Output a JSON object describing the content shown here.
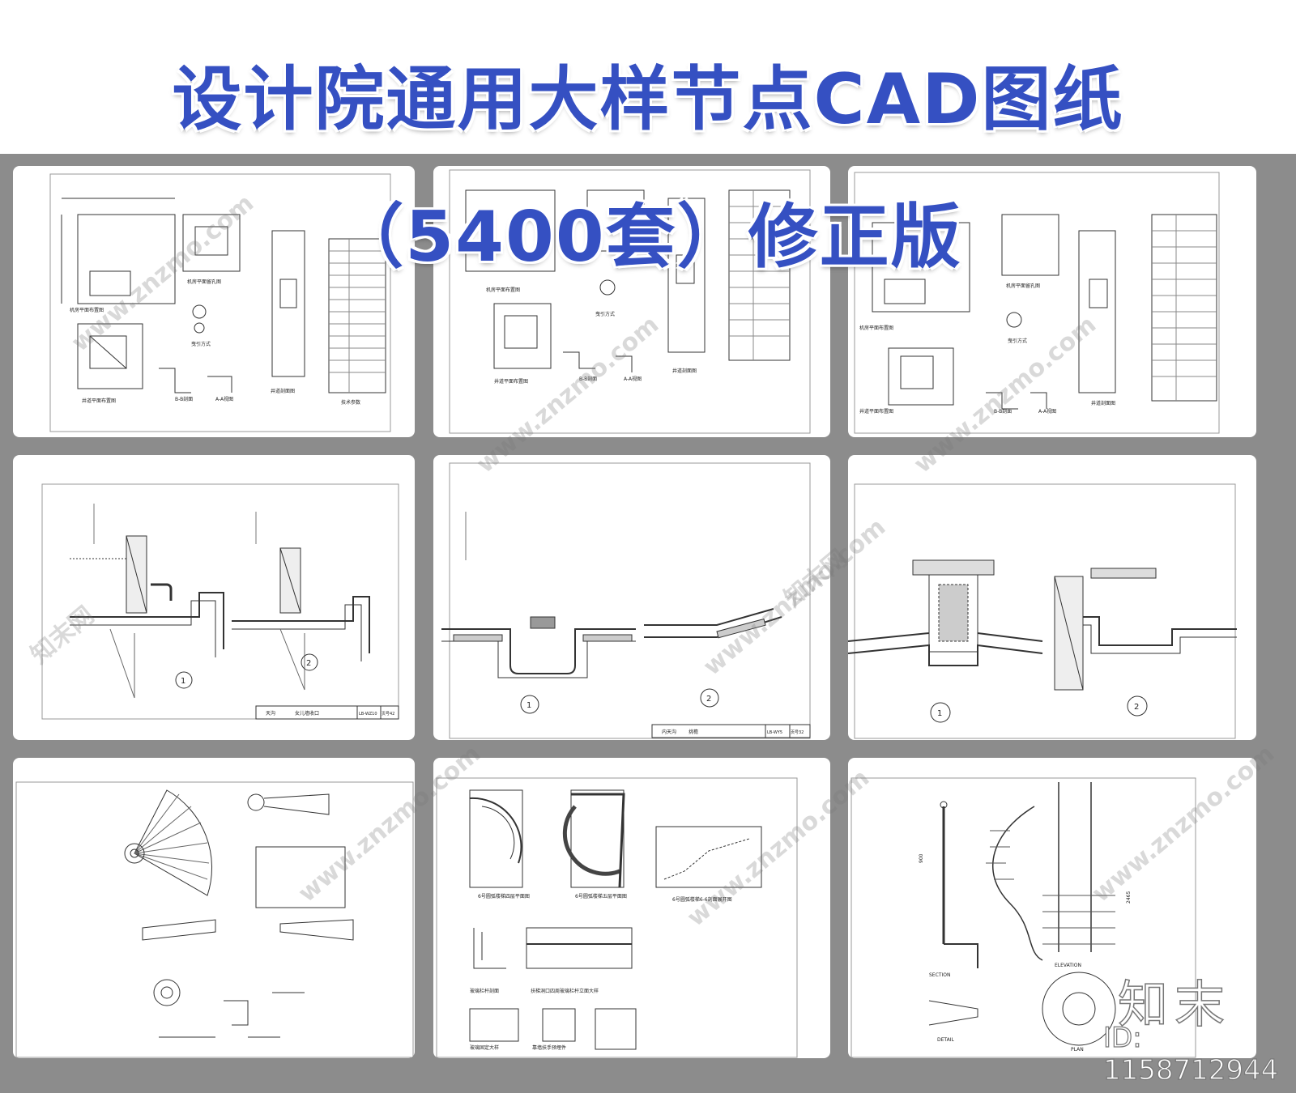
{
  "title_line1": "设计院通用大样节点CAD图纸",
  "title_line2": "（5400套）修正版",
  "watermark_url": "www.znzmo.com",
  "watermark_cn": "知末网",
  "logo": "知末",
  "id_label": "ID: 1158712944",
  "colors": {
    "title": "#3550c2",
    "background": "#8c8c8c"
  },
  "elevator": {
    "machine_room": "机房平面布置图",
    "hoist_plan": "井道平面布置图",
    "bb": "B-B剖面",
    "aa": "A-A视图",
    "traction": "曳引方式",
    "section": "井道剖面图",
    "hole": "机房平面留孔图",
    "table_head": "技术参数"
  },
  "roof1": {
    "n1": "1",
    "n2": "2",
    "name": "天沟",
    "sub": "女儿墙收口",
    "code": "LB-WZ10",
    "page": "页号42"
  },
  "roof2": {
    "n1": "1",
    "n2": "2",
    "name": "内天沟",
    "sub": "挑檐",
    "code": "LB-WY5",
    "page": "页号32"
  },
  "roof3": {
    "n1": "1",
    "n2": "2"
  },
  "stair2": {
    "p4": "6号圆弧楼梯四层平面图",
    "p5": "6号圆弧楼梯五层平面图",
    "s66": "6号圆弧楼梯6-6剖面展开图",
    "d1": "玻璃栏杆剖面",
    "d2": "扶梯洞口四周玻璃栏杆立面大样",
    "d3": "玻璃固定大样",
    "d4": "靠墙扶手预埋件"
  },
  "stair3": {
    "section": "SECTION",
    "elevation": "ELEVATION",
    "plan": "PLAN",
    "detail": "DETAIL",
    "h1": "900",
    "h2": "2465"
  }
}
